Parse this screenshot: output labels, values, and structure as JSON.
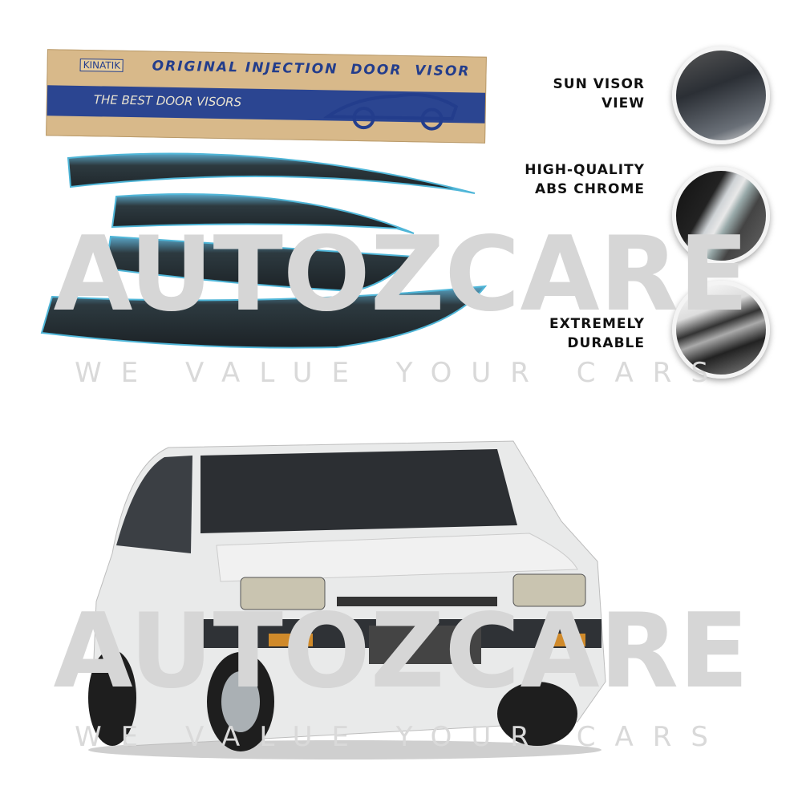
{
  "watermark": {
    "brand_top": "AUTOZCARE",
    "tagline_top": "WE VALUE YOUR CARS",
    "brand_bottom": "AUTOZCARE",
    "tagline_bottom": "WE VALUE YOUR CARS"
  },
  "product_box": {
    "brand": "KINATIK",
    "title": "ORIGINAL INJECTION  DOOR  VISOR",
    "slogan": "THE BEST DOOR VISORS"
  },
  "features": [
    {
      "line1": "SUN VISOR",
      "line2": "VIEW",
      "icon": "sun-visor-photo"
    },
    {
      "line1": "HIGH-QUALITY",
      "line2": "ABS CHROME",
      "icon": "chrome-trim-photo"
    },
    {
      "line1": "EXTREMELY",
      "line2": "DURABLE",
      "icon": "durability-photo"
    }
  ],
  "colors": {
    "box_blue": "#2b4591",
    "box_tan": "#d8b98a",
    "car_white": "#e9eaea"
  }
}
